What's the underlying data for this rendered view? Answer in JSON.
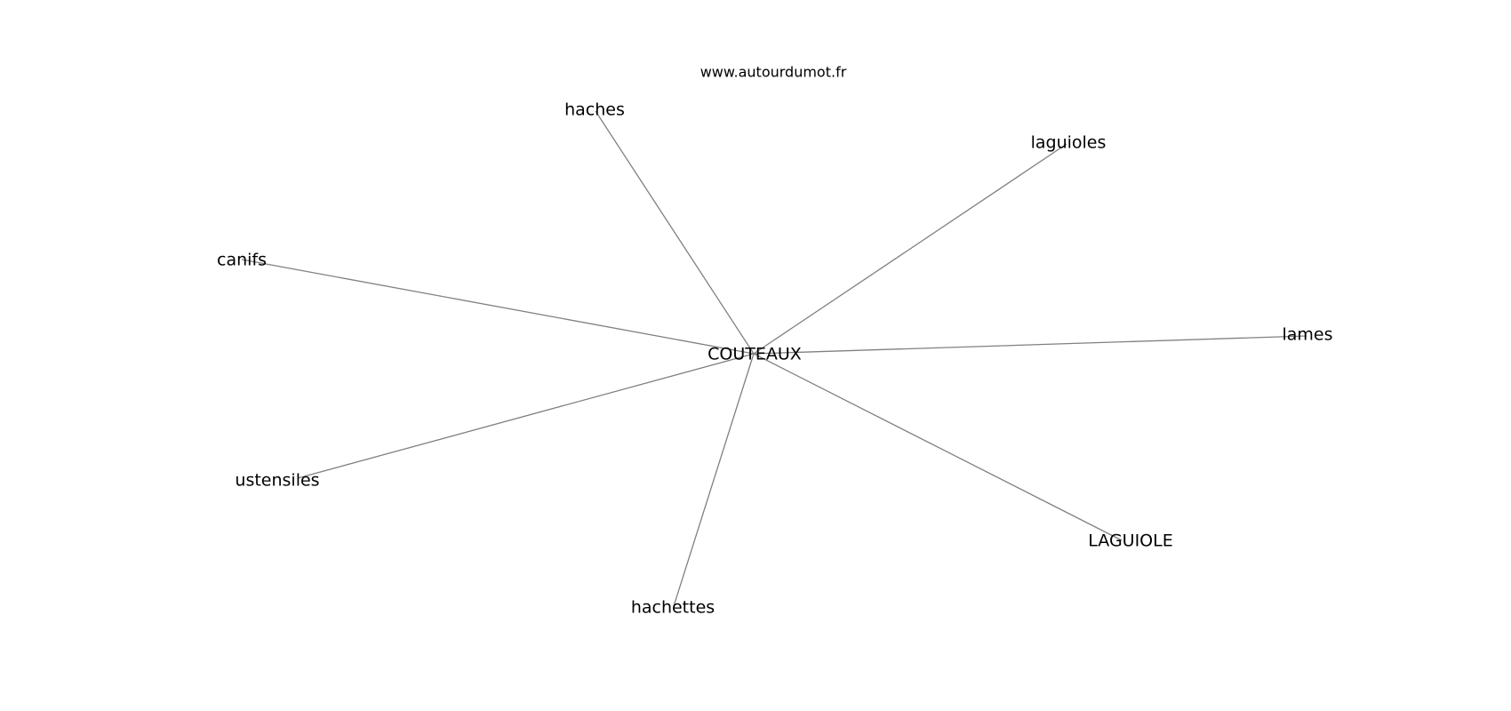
{
  "watermark": "www.autourdumot.fr",
  "graph": {
    "center": "COUTEAUX",
    "neighbors": [
      "haches",
      "laguioles",
      "canifs",
      "lames",
      "ustensiles",
      "LAGUIOLE",
      "hachettes"
    ]
  },
  "colors": {
    "edge": "#808080",
    "text": "#000000",
    "background": "#ffffff"
  }
}
